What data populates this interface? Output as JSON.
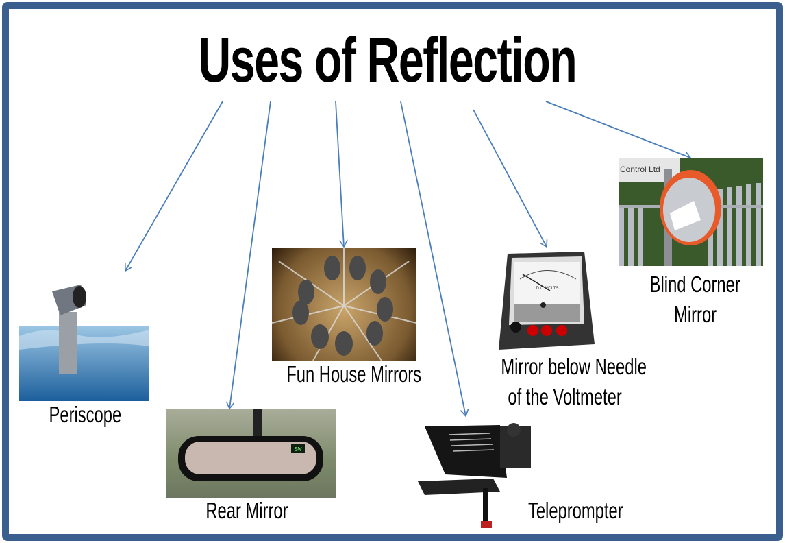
{
  "title": "Uses of Reflection",
  "colors": {
    "border": "#3a5f8f",
    "arrow": "#4a7ebb"
  },
  "items": [
    {
      "label": "Periscope",
      "icon": "periscope-image"
    },
    {
      "label": "Rear Mirror",
      "icon": "rear-mirror-image"
    },
    {
      "label": "Fun House Mirrors",
      "icon": "fun-house-mirrors-image"
    },
    {
      "label": "Teleprompter",
      "icon": "teleprompter-image"
    },
    {
      "label_line1": "Mirror below Needle",
      "label_line2": "of the Voltmeter",
      "icon": "voltmeter-image"
    },
    {
      "label_line1": "Blind Corner",
      "label_line2": "Mirror",
      "icon": "blind-corner-mirror-image"
    }
  ],
  "image_text": {
    "sign": "Control Ltd",
    "voltmeter_scale": "D.C. VOLTS",
    "mirror_display": "SW"
  }
}
